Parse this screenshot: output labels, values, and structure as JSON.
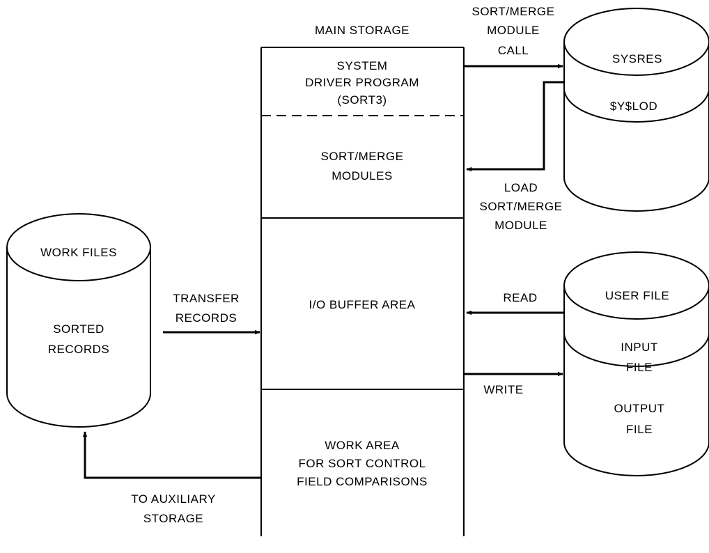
{
  "main_storage": {
    "title": "MAIN STORAGE",
    "driver": [
      "SYSTEM",
      "DRIVER PROGRAM",
      "(SORT3)"
    ],
    "modules": [
      "SORT/MERGE",
      "MODULES"
    ],
    "io_buffer": "I/O BUFFER AREA",
    "work_area": [
      "WORK AREA",
      "FOR SORT CONTROL",
      "FIELD COMPARISONS"
    ]
  },
  "sysres": {
    "title": "SYSRES",
    "library": "$Y$LOD"
  },
  "user_file": {
    "title": "USER FILE",
    "input": [
      "INPUT",
      "FILE"
    ],
    "output": [
      "OUTPUT",
      "FILE"
    ]
  },
  "work_files": {
    "title": "WORK FILES",
    "content": [
      "SORTED",
      "RECORDS"
    ]
  },
  "arrows": {
    "module_call": [
      "SORT/MERGE",
      "MODULE",
      "CALL"
    ],
    "load_module": [
      "LOAD",
      "SORT/MERGE",
      "MODULE"
    ],
    "read": "READ",
    "write": "WRITE",
    "transfer": [
      "TRANSFER",
      "RECORDS"
    ],
    "aux": [
      "TO AUXILIARY",
      "STORAGE"
    ]
  }
}
